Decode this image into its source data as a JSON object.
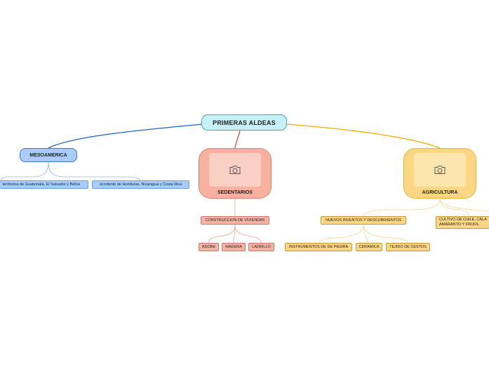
{
  "root": {
    "label": "PRIMERAS ALDEAS"
  },
  "mesoamerica": {
    "label": "MESOAMERICA",
    "children": [
      "territorios de Guatemala, El Salvador y Belice",
      "occidente de Honduras, Nicaragua y Costa Rica"
    ]
  },
  "sedentarios": {
    "label": "SEDENTARIOS",
    "image_icon": "camera-icon",
    "construccion": {
      "label": "CONSTRUCCION DE VIVIENDAS",
      "children": [
        "ADOBE",
        "MADERA",
        "LADRILLO"
      ]
    }
  },
  "agricultura": {
    "label": "AGRICULTURA",
    "image_icon": "camera-icon",
    "inventos": {
      "label": "NUEVOS INVENTOS Y DESCUBRIIENTOS",
      "children": [
        "INSTRUMENTOS DE DE PIEDRA",
        "CERAMICA",
        "TEJIDO DE CESTOS"
      ]
    },
    "cultivo": {
      "line1": "CULTIVO DE CHILE, CALA",
      "line2": "AMARANTO Y FRIJOL."
    }
  },
  "colors": {
    "root_branch_blue": "#1c64c4",
    "root_branch_red": "#d94e2f",
    "root_branch_yellow": "#f2a900",
    "blue_leaf_line": "#8ab4ea",
    "red_leaf_line": "#f3a58f",
    "yellow_leaf_line": "#f8d490"
  }
}
